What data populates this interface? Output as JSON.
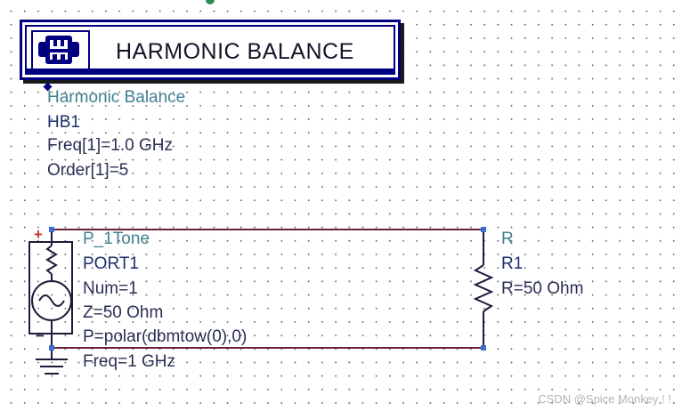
{
  "hb_component": {
    "title": "HARMONIC BALANCE",
    "icon": "harmonic-balance-icon",
    "params": {
      "type": "Harmonic Balance",
      "instance": "HB1",
      "freq": "Freq[1]=1.0 GHz",
      "order": "Order[1]=5"
    }
  },
  "port_component": {
    "type": "P_1Tone",
    "instance": "PORT1",
    "num": "Num=1",
    "z": "Z=50 Ohm",
    "p": "P=polar(dbmtow(0),0)",
    "freq": "Freq=1 GHz",
    "plus_sign": "+",
    "minus_sign": "−"
  },
  "resistor_component": {
    "type": "R",
    "instance": "R1",
    "value": "R=50 Ohm"
  },
  "watermark": "CSDN @Spice Monkey ! !",
  "colors": {
    "wire": "#6b1f3c",
    "component_body": "#1b1b3a",
    "hb_border": "#000080",
    "label_teal": "#3f7f92",
    "label_navy": "#1d2e6b",
    "pin": "#3a6fd0",
    "node_dot": "#2e8b57"
  }
}
